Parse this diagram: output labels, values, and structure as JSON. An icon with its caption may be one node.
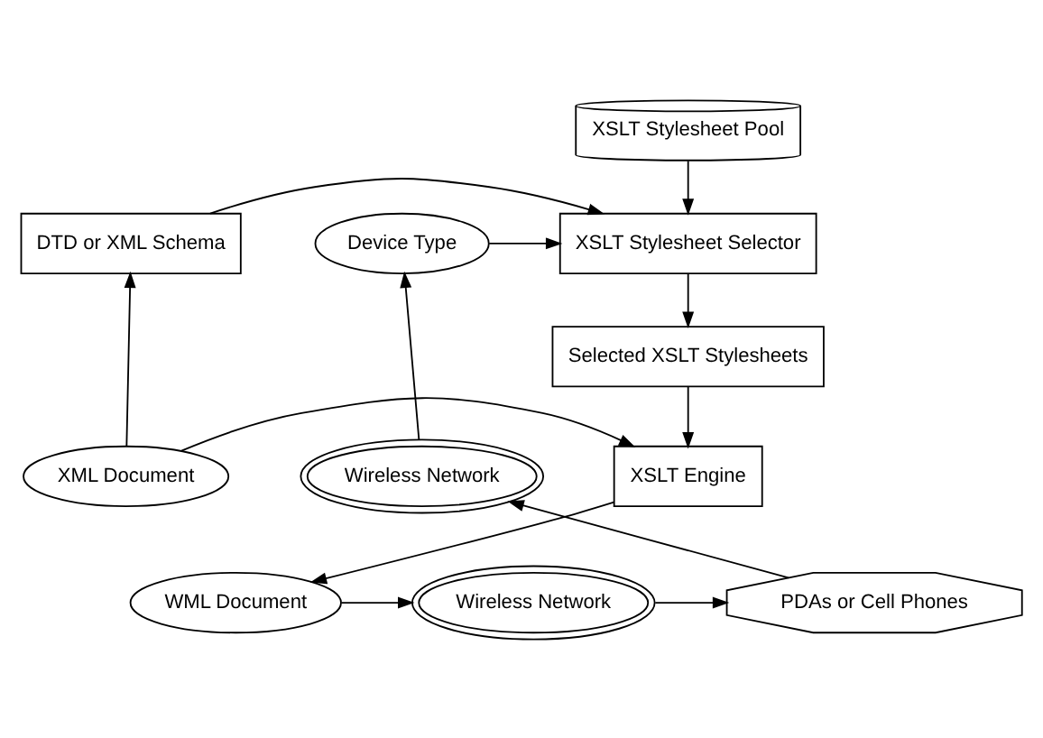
{
  "diagram": {
    "nodes": [
      {
        "text": [
          "XSLT Stylesheet Pool"
        ]
      },
      {
        "text": [
          "Device Type"
        ]
      },
      {
        "text": [
          "XSLT Stylesheet Selector"
        ]
      },
      {
        "text": [
          "DTD or XML Schema"
        ]
      },
      {
        "text": [
          "Wireless Network"
        ]
      },
      {
        "text": [
          "Selected XSLT Stylesheets"
        ]
      },
      {
        "text": [
          "XSLT Engine"
        ]
      },
      {
        "text": [
          "XML Document"
        ]
      },
      {
        "text": [
          "PDAs or Cell Phones"
        ]
      },
      {
        "text": [
          "Wireless Network"
        ]
      },
      {
        "text": [
          "WML Document"
        ]
      }
    ],
    "edges": [
      {
        "from": 0,
        "to": 2,
        "arrow": "to"
      },
      {
        "from": 1,
        "to": 2,
        "arrow": "to"
      },
      {
        "from": 3,
        "to": 2,
        "arrow": "to"
      },
      {
        "from": 7,
        "to": 3,
        "arrow": "to"
      },
      {
        "from": 2,
        "to": 5,
        "arrow": "to"
      },
      {
        "from": 5,
        "to": 6,
        "arrow": "to"
      },
      {
        "from": 7,
        "to": 6,
        "arrow": "to"
      },
      {
        "from": 6,
        "to": 10,
        "arrow": "to"
      },
      {
        "from": 10,
        "to": 9,
        "arrow": "to"
      },
      {
        "from": 9,
        "to": 8,
        "arrow": "to"
      },
      {
        "from": 8,
        "to": 4,
        "arrow": "to"
      },
      {
        "from": 4,
        "to": 1,
        "arrow": "to"
      }
    ]
  }
}
